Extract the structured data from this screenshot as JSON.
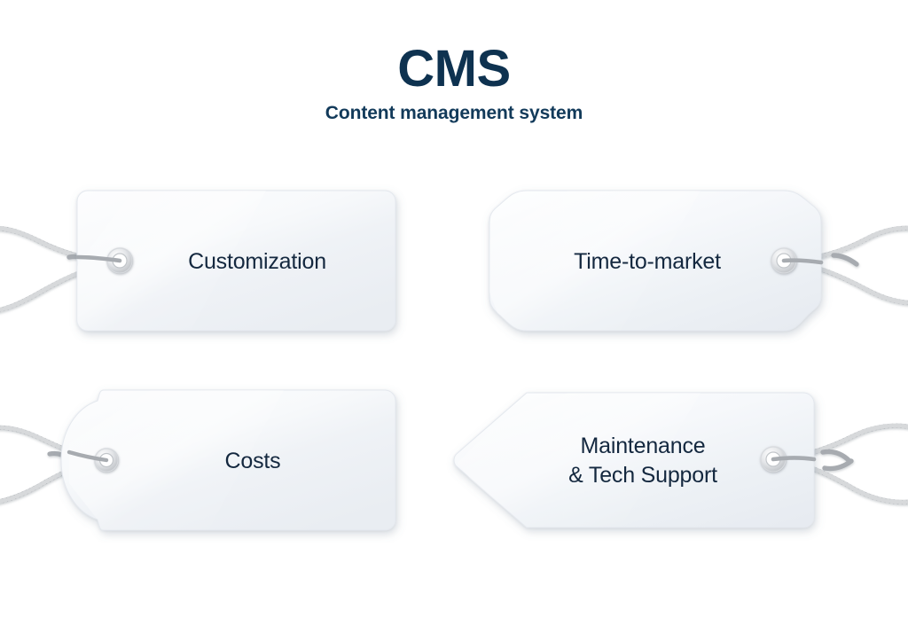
{
  "header": {
    "title": "CMS",
    "subtitle": "Content management system"
  },
  "colors": {
    "background": "#ffffff",
    "title_navy": "#0e3250",
    "subtitle_navy": "#123a5a",
    "label_navy": "#14283f",
    "tag_fill_light": "#fbfcfd",
    "tag_fill_shade": "#eef1f5",
    "tag_edge": "#e2e6ec",
    "string_gray": "#a9adb2",
    "grommet_gray": "#c6c9cd"
  },
  "diagram": {
    "type": "tag-grid",
    "columns": 2,
    "rows": 2,
    "tags": [
      {
        "id": "customization",
        "label": "Customization",
        "shape": "rounded-rectangle",
        "grommet_side": "left",
        "string_side": "left",
        "row": 1,
        "column": 1
      },
      {
        "id": "time-to-market",
        "label": "Time-to-market",
        "shape": "notched-corners",
        "grommet_side": "right",
        "string_side": "right",
        "row": 1,
        "column": 2
      },
      {
        "id": "costs",
        "label": "Costs",
        "shape": "round-end-left",
        "grommet_side": "left",
        "string_side": "left",
        "row": 2,
        "column": 1
      },
      {
        "id": "maintenance-tech-support",
        "label": "Maintenance\n& Tech Support",
        "shape": "pointed-end-left",
        "grommet_side": "right",
        "string_side": "right",
        "row": 2,
        "column": 2
      }
    ]
  }
}
